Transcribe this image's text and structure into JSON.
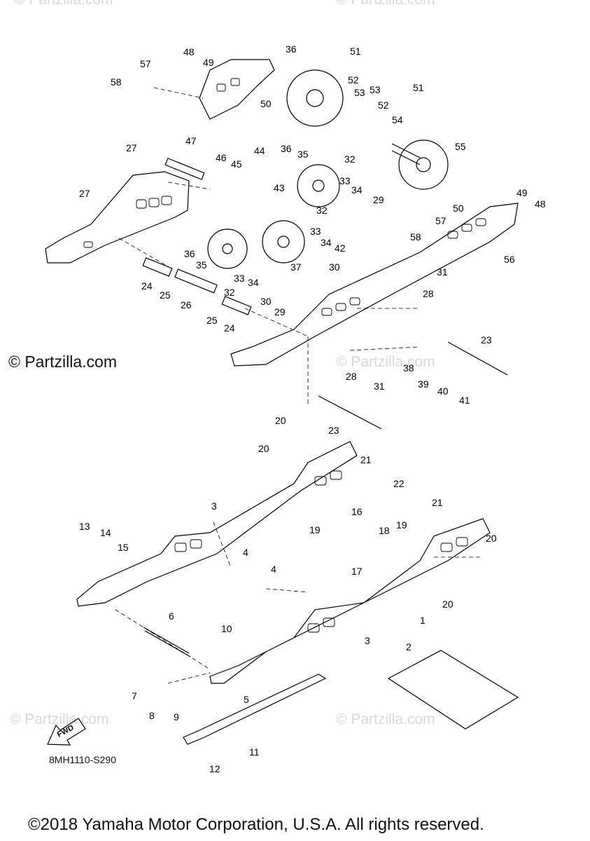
{
  "watermarks": [
    "© Partzilla.com",
    "© Partzilla.com",
    "© Partzilla.com",
    "© Partzilla.com",
    "© Partzilla.com"
  ],
  "copyright_left": "© Partzilla.com",
  "fwd_label": "FWD",
  "diagram_code": "8MH1110-S290",
  "footer": "©2018 Yamaha Motor Corporation, U.S.A. All rights reserved.",
  "callouts": [
    "48",
    "49",
    "36",
    "51",
    "57",
    "58",
    "52",
    "53",
    "53",
    "52",
    "51",
    "50",
    "54",
    "55",
    "27",
    "47",
    "46",
    "45",
    "44",
    "36",
    "35",
    "32",
    "33",
    "34",
    "43",
    "29",
    "49",
    "48",
    "27",
    "32",
    "33",
    "34",
    "42",
    "50",
    "57",
    "58",
    "56",
    "36",
    "35",
    "33",
    "34",
    "37",
    "30",
    "31",
    "24",
    "25",
    "26",
    "32",
    "30",
    "29",
    "28",
    "25",
    "24",
    "23",
    "28",
    "31",
    "38",
    "39",
    "40",
    "41",
    "23",
    "20",
    "20",
    "21",
    "22",
    "21",
    "3",
    "19",
    "16",
    "18",
    "19",
    "20",
    "13",
    "14",
    "15",
    "4",
    "4",
    "17",
    "20",
    "6",
    "10",
    "3",
    "1",
    "2",
    "7",
    "8",
    "9",
    "5",
    "11",
    "12"
  ]
}
